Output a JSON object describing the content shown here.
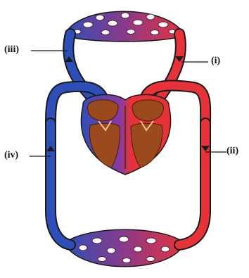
{
  "labels": {
    "i": "(i)",
    "ii": "(ii)",
    "iii": "(iii)",
    "iv": "(iv)"
  },
  "colors": {
    "oxygenated": "#e8323a",
    "deoxygenated": "#2f4fb8",
    "heart_muscle": "#9a4a1c",
    "capillary_mesh": "#8a2a4e",
    "outline": "#1a1a1a"
  }
}
